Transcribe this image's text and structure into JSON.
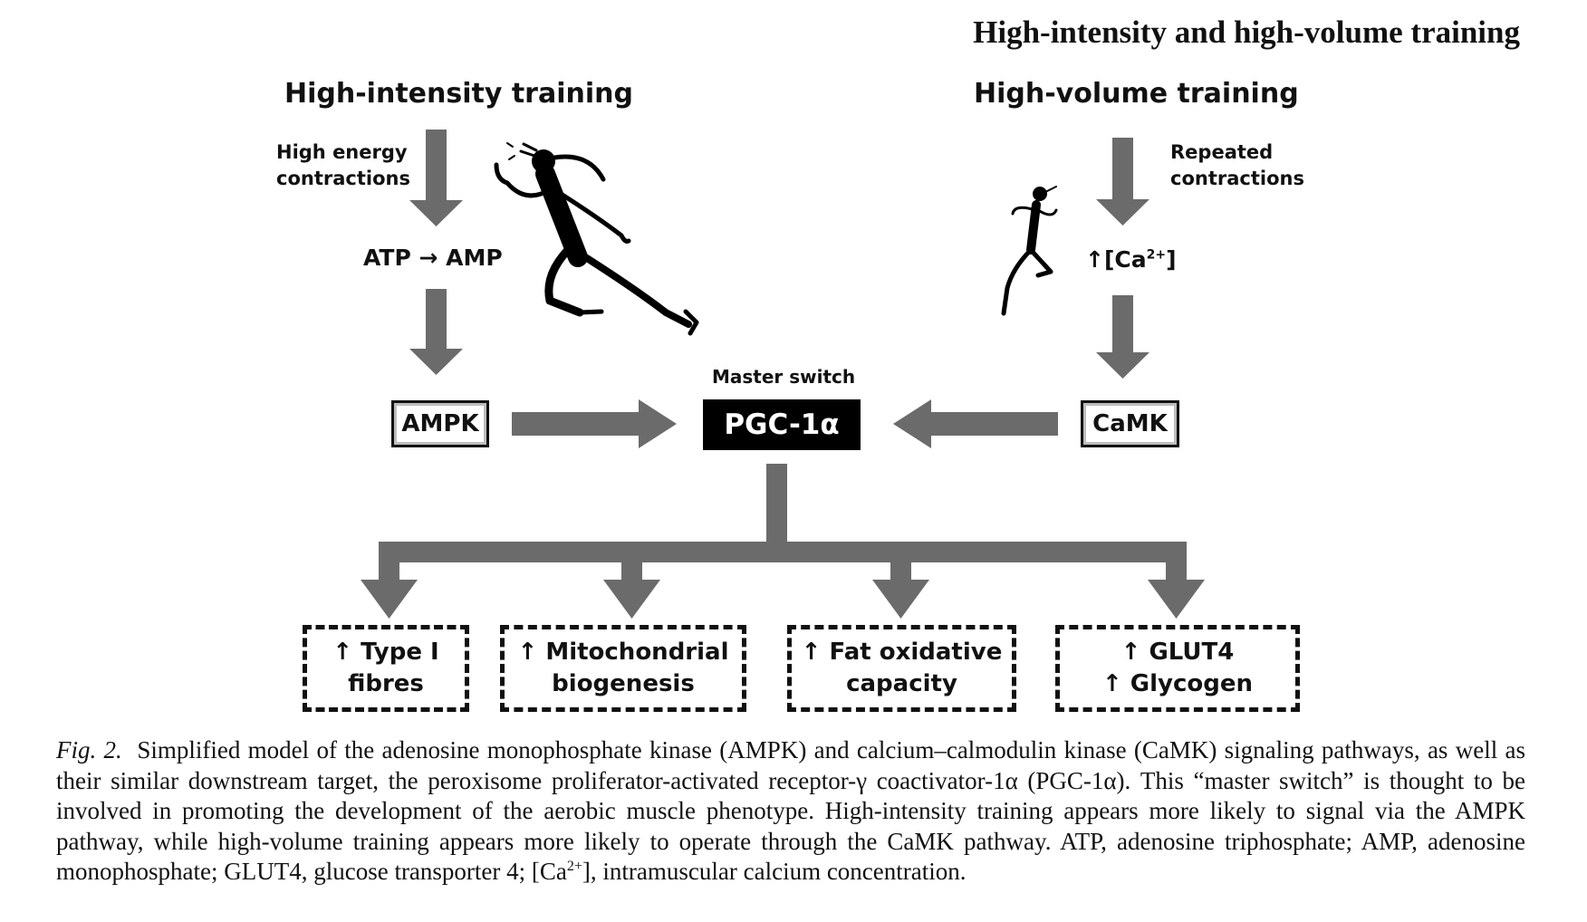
{
  "header": {
    "title": "High-intensity and high-volume training"
  },
  "diagram": {
    "left": {
      "title": "High-intensity training",
      "note_line1": "High energy",
      "note_line2": "contractions",
      "reaction": "ATP → AMP",
      "kinase": "AMPK"
    },
    "right": {
      "title": "High-volume training",
      "note_line1": "Repeated",
      "note_line2": "contractions",
      "signal_prefix": "↑[Ca",
      "signal_sup": "2+",
      "signal_suffix": "]",
      "kinase": "CaMK"
    },
    "center": {
      "caption": "Master switch",
      "label": "PGC-1α"
    },
    "outcomes": [
      {
        "line1": "↑ Type I",
        "line2": "fibres"
      },
      {
        "line1": "↑ Mitochondrial",
        "line2": "biogenesis"
      },
      {
        "line1": "↑ Fat oxidative",
        "line2": "capacity"
      },
      {
        "line1": "↑ GLUT4",
        "line2": "↑ Glycogen"
      }
    ],
    "colors": {
      "arrow": "#6b6b6b",
      "master_box": "#000000",
      "outline": "#111111"
    },
    "icons": [
      "sprinter-icon",
      "runner-icon"
    ]
  },
  "caption": {
    "fig_label": "Fig. 2.",
    "text1": "Simplified model of the adenosine monophosphate kinase (AMPK) and calcium–calmodulin kinase (CaMK) signaling pathways, as well as their similar downstream target, the peroxisome proliferator-activated receptor-γ coactivator-1α (PGC-1α). This “master switch” is thought to be involved in promoting the development of the aerobic muscle phenotype. High-intensity training appears more likely to signal via the AMPK pathway, while high-volume training appears more likely to operate through the CaMK pathway. ATP, adenosine triphosphate; AMP, adenosine monophosphate; GLUT4, glucose transporter 4; [Ca",
    "sup": "2+",
    "text2": "], intramuscular calcium concentration."
  }
}
